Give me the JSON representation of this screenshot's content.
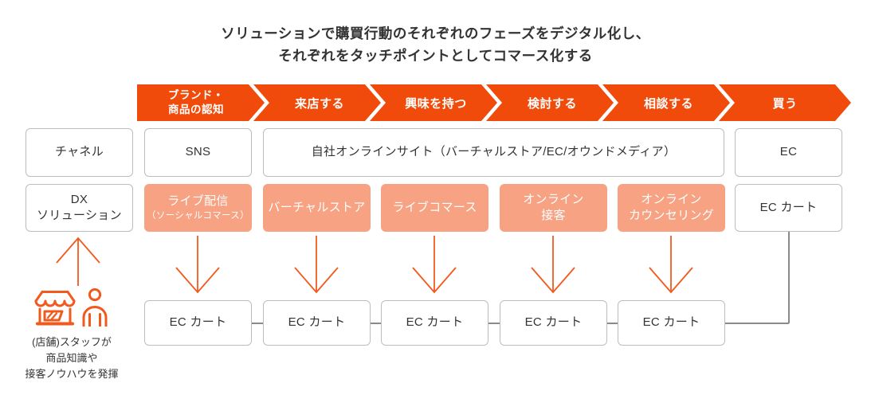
{
  "title": {
    "line1": "ソリューションで購買行動のそれぞれのフェーズをデジタル化し、",
    "line2": "それぞれをタッチポイントとしてコマース化する"
  },
  "phases": [
    {
      "label": "ブランド・\n商品の認知"
    },
    {
      "label": "来店する"
    },
    {
      "label": "興味を持つ"
    },
    {
      "label": "検討する"
    },
    {
      "label": "相談する"
    },
    {
      "label": "買う"
    }
  ],
  "channel_row": {
    "header": "チャネル",
    "sns": "SNS",
    "online_site": "自社オンラインサイト（バーチャルストア/EC/オウンドメディア）",
    "ec": "EC"
  },
  "dx_row": {
    "header": "DX\nソリューション",
    "live_streaming_line1": "ライブ配信",
    "live_streaming_line2": "（ソーシャルコマース）",
    "virtual_store": "バーチャルストア",
    "live_commerce": "ライブコマース",
    "online_service": "オンライン\n接客",
    "online_counseling": "オンライン\nカウンセリング",
    "ec_cart": "EC カート"
  },
  "cart_row": {
    "items": [
      {
        "label": "EC カート"
      },
      {
        "label": "EC カート"
      },
      {
        "label": "EC カート"
      },
      {
        "label": "EC カート"
      },
      {
        "label": "EC カート"
      }
    ]
  },
  "staff_note": {
    "text": "(店舗)スタッフが\n商品知識や\n接客ノウハウを発揮"
  },
  "icons": {
    "store": "storefront-icon",
    "staff": "person-icon",
    "up_arrow": "arrow-up-icon",
    "down_arrow": "arrow-down-icon"
  },
  "colors": {
    "phase_orange": "#f04b0a",
    "solution_salmon": "#f6a283",
    "arrow_orange": "#f2591c",
    "border_gray": "#bdbdbd",
    "connector_gray": "#8a8a8a",
    "text_dark": "#333333"
  }
}
